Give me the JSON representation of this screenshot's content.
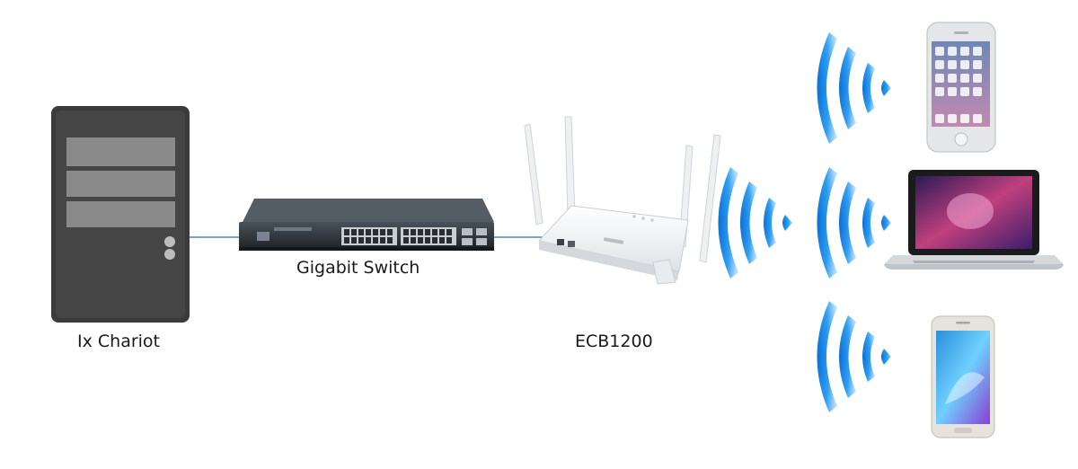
{
  "diagram": {
    "nodes": [
      {
        "id": "server",
        "label": "Ix Chariot"
      },
      {
        "id": "switch",
        "label": "Gigabit Switch"
      },
      {
        "id": "access_point",
        "label": "ECB1200"
      },
      {
        "id": "smartphone_1",
        "label": ""
      },
      {
        "id": "laptop",
        "label": ""
      },
      {
        "id": "smartphone_2",
        "label": ""
      }
    ],
    "edges": [
      {
        "from": "server",
        "to": "switch",
        "kind": "wired"
      },
      {
        "from": "switch",
        "to": "access_point",
        "kind": "wired"
      },
      {
        "from": "access_point",
        "to": "clients",
        "kind": "wireless"
      }
    ]
  },
  "icons": [
    "server-tower-icon",
    "network-switch-icon",
    "wireless-access-point-icon",
    "wifi-signal-icon",
    "smartphone-icon",
    "laptop-icon"
  ],
  "colors": {
    "wire": "#4a86b8",
    "wifi_blue": "#1f8fe0",
    "server_body": "#3d3d3d",
    "server_panel": "#8c8c8c",
    "switch_body": "#2e3338",
    "ap_body": "#f2f3f4"
  }
}
